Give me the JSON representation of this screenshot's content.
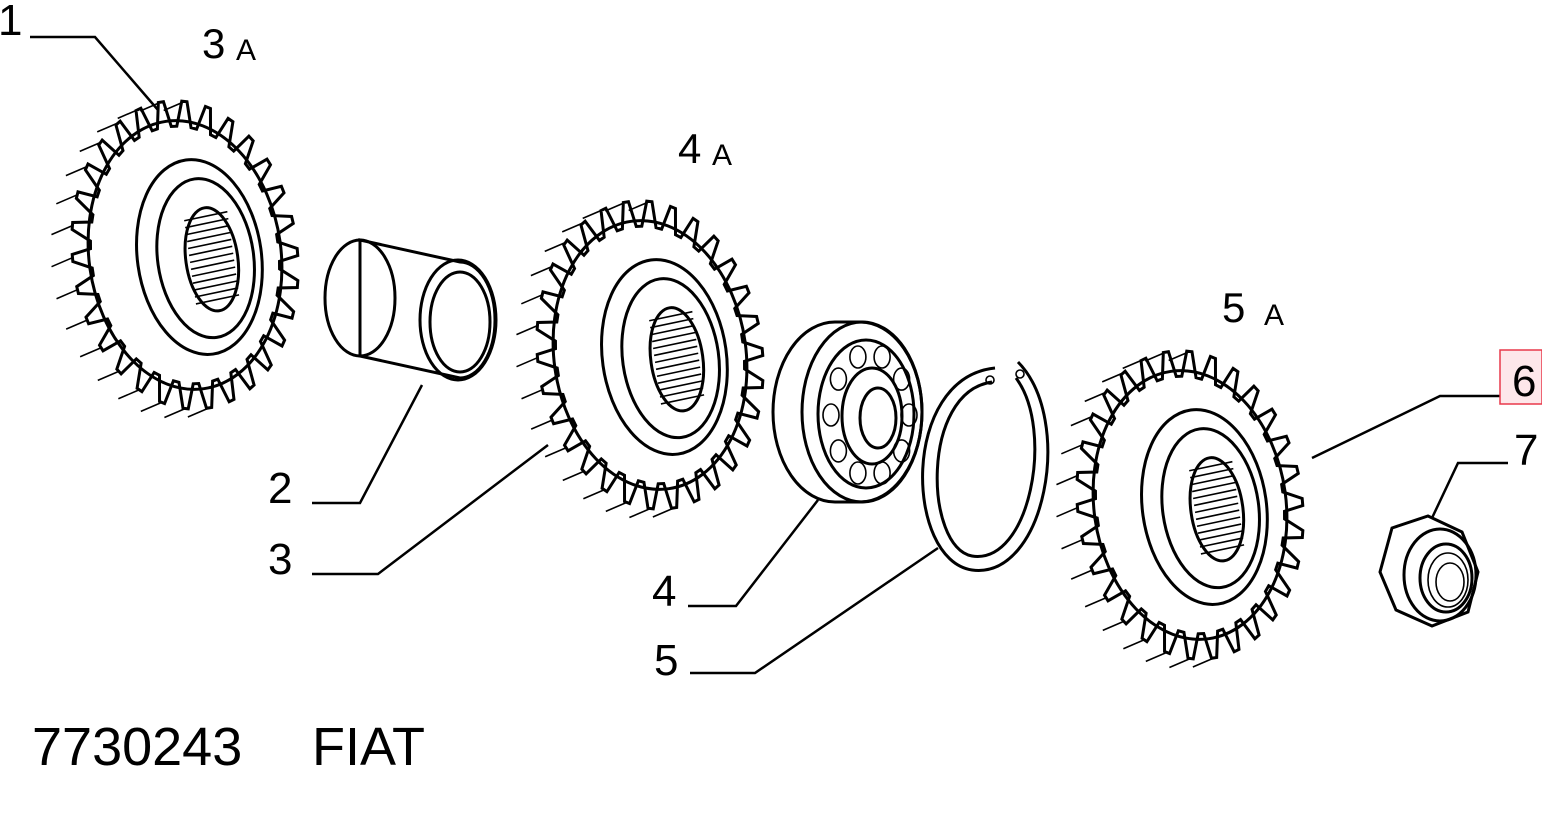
{
  "diagram": {
    "callouts": [
      {
        "id": "1",
        "label": "1",
        "highlighted": false,
        "part": "gear"
      },
      {
        "id": "2",
        "label": "2",
        "highlighted": false,
        "part": "bushing"
      },
      {
        "id": "3",
        "label": "3",
        "highlighted": false,
        "part": "gear"
      },
      {
        "id": "4",
        "label": "4",
        "highlighted": false,
        "part": "ball-bearing"
      },
      {
        "id": "5",
        "label": "5",
        "highlighted": false,
        "part": "snap-ring"
      },
      {
        "id": "6",
        "label": "6",
        "highlighted": true,
        "part": "gear"
      },
      {
        "id": "7",
        "label": "7",
        "highlighted": false,
        "part": "nut"
      }
    ],
    "gear_groups": [
      {
        "num": "3",
        "sub": "A"
      },
      {
        "num": "4",
        "sub": "A"
      },
      {
        "num": "5",
        "sub": "A"
      }
    ],
    "highlight_color": "#e8394b"
  },
  "footer": {
    "part_number": "7730243",
    "brand": "FIAT"
  }
}
